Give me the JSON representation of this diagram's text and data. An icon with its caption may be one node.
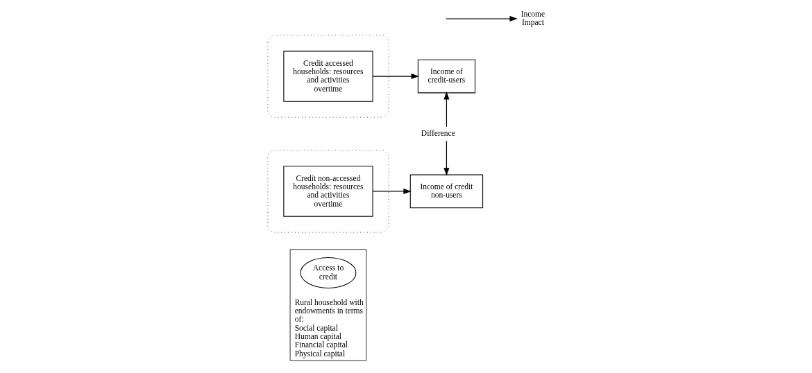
{
  "diagram": {
    "nodes": [
      {
        "text": [
          "Rural household with endowments in terms of:",
          "Social capital",
          "Human capital",
          "Financial capital",
          "Physical capital"
        ]
      },
      {
        "text": [
          "Access to credit"
        ],
        "in": 0
      },
      {
        "text": [],
        "shape": "ellipse"
      },
      {
        "text": [
          "Credit accessed households: resources and activities overtime"
        ],
        "in": 2
      },
      {
        "text": [
          "Income of credit-users"
        ]
      },
      {
        "text": [],
        "shape": "ellipse"
      },
      {
        "text": [
          "Credit non-accessed households: resources and activities overtime"
        ],
        "in": 5
      },
      {
        "text": [
          "Income of credit non-users"
        ]
      },
      {
        "text": [
          "Income Impact"
        ]
      }
    ],
    "edges": [
      {
        "from": 3,
        "to": 4,
        "arrow": "to"
      },
      {
        "from": 6,
        "to": 7,
        "arrow": "to"
      },
      {
        "from": 4,
        "to": 7,
        "arrow": "both",
        "label": "Difference"
      },
      {
        "from": null,
        "to": 8,
        "arrow": "to"
      }
    ]
  }
}
